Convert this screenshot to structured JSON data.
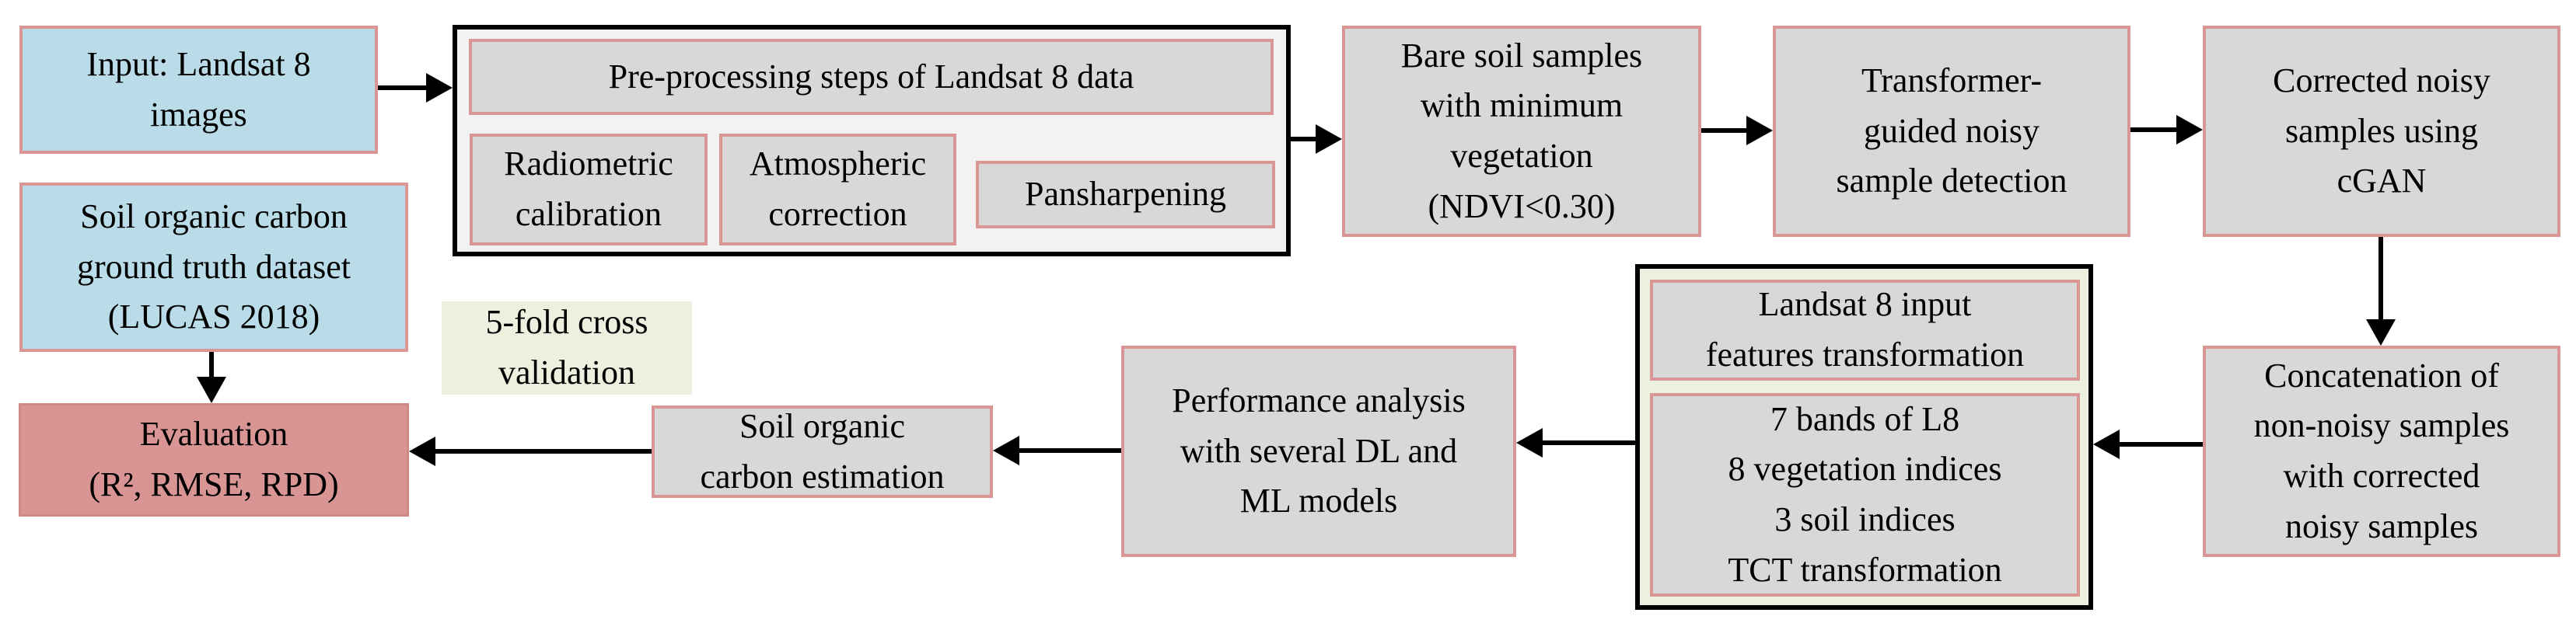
{
  "palette": {
    "node_gray_fill": "#d8d8d8",
    "node_blue_fill": "#b9dce8",
    "node_salmon_fill": "#d89593",
    "node_green_fill": "#ebf1de",
    "pink_border": "#d99694",
    "preprocessing_container_bg": "#f2f2f2",
    "features_container_bg": "#ebf1de",
    "container_border": "#000000",
    "arrow_color": "#000000",
    "text_color": "#000000"
  },
  "nodes": {
    "input": {
      "label": "Input: Landsat 8\nimages"
    },
    "ground_truth": {
      "label": "Soil organic carbon\nground truth dataset\n(LUCAS 2018)"
    },
    "evaluation": {
      "label": "Evaluation\n(R², RMSE, RPD)"
    },
    "cross_validation": {
      "label": "5-fold cross\nvalidation"
    },
    "soc_estimation": {
      "label": "Soil organic\ncarbon estimation"
    },
    "performance": {
      "label": "Performance analysis\nwith several DL and\nML models"
    },
    "preprocessing": {
      "title": "Pre-processing steps of Landsat 8 data",
      "steps": [
        "Radiometric\ncalibration",
        "Atmospheric\ncorrection",
        "Pansharpening"
      ]
    },
    "bare_soil": {
      "label": "Bare soil samples\nwith minimum\nvegetation\n(NDVI<0.30)"
    },
    "transformer": {
      "label": "Transformer-\nguided noisy\nsample detection"
    },
    "corrected": {
      "label": "Corrected noisy\nsamples using\ncGAN"
    },
    "concatenation": {
      "label": "Concatenation of\nnon-noisy samples\nwith corrected\nnoisy samples"
    },
    "features": {
      "title": "Landsat 8 input\nfeatures transformation",
      "list": "7 bands of L8\n8 vegetation indices\n3 soil indices\nTCT transformation"
    }
  }
}
